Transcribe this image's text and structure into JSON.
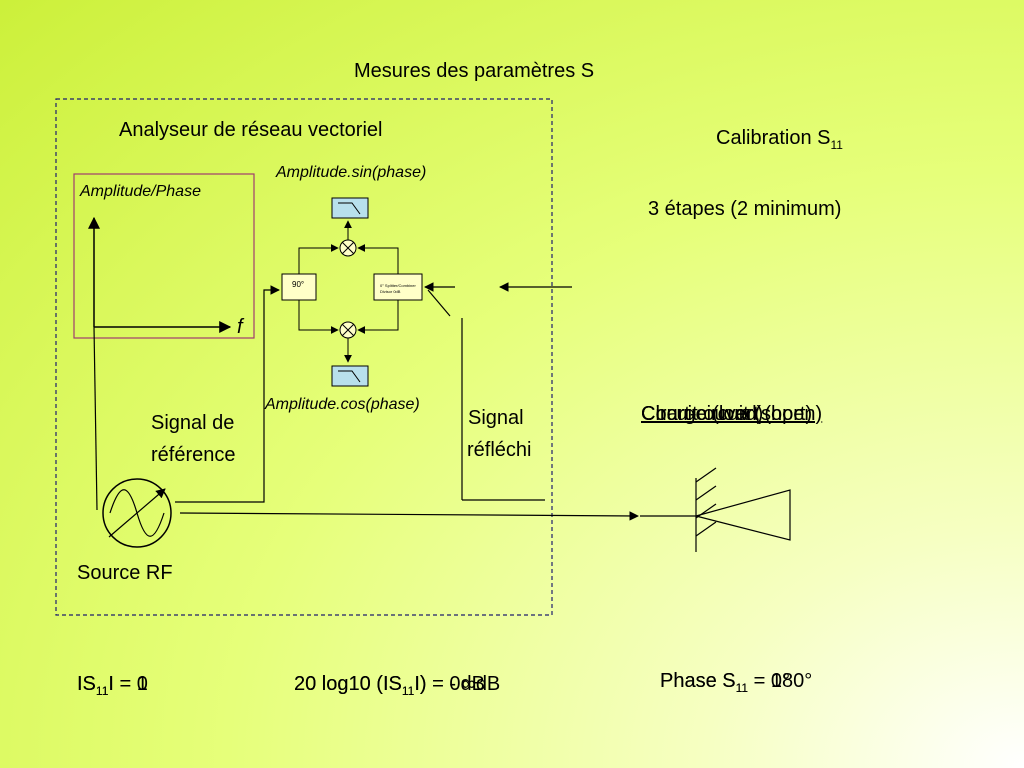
{
  "title": "Mesures des paramètres S",
  "analyzer": {
    "label": "Analyseur de réseau vectoriel",
    "display_label": "Amplitude/Phase",
    "freq_axis_label": "f",
    "sin_label": "Amplitude.sin(phase)",
    "cos_label": "Amplitude.cos(phase)",
    "shifter_label": "90°",
    "splitter_label_1": "0° Splitter/Combiner",
    "splitter_label_2": "Divisor 0dB",
    "reference_signal_1": "Signal de",
    "reference_signal_2": "référence",
    "reflected_signal_1": "Signal",
    "reflected_signal_2": "réfléchi",
    "source_label": "Source RF"
  },
  "calibration": {
    "title_main": "Calibration S",
    "title_sub": "11",
    "steps": "3 étapes (2 minimum)",
    "loads_overlay": [
      "Charge (load)",
      "Court-circuit (short)",
      "Circuit ouvert (open)"
    ]
  },
  "results": {
    "magnitude_prefix": "IS",
    "magnitude_sub": "11",
    "magnitude_values": [
      "I = 0",
      "I = 1"
    ],
    "log_prefix": "20 log10 (IS",
    "log_sub": "11",
    "log_values": [
      "I) = - ∞dB",
      "I) = 0dB"
    ],
    "phase_prefix": "Phase S",
    "phase_sub": "11",
    "phase_values": [
      "= 180°",
      "= 0°"
    ]
  },
  "colors": {
    "frame": "#1e1e6e",
    "display_border": "#a03c6e",
    "filter_fill": "#b8e0ec",
    "component_fill": "#ffffc8"
  }
}
